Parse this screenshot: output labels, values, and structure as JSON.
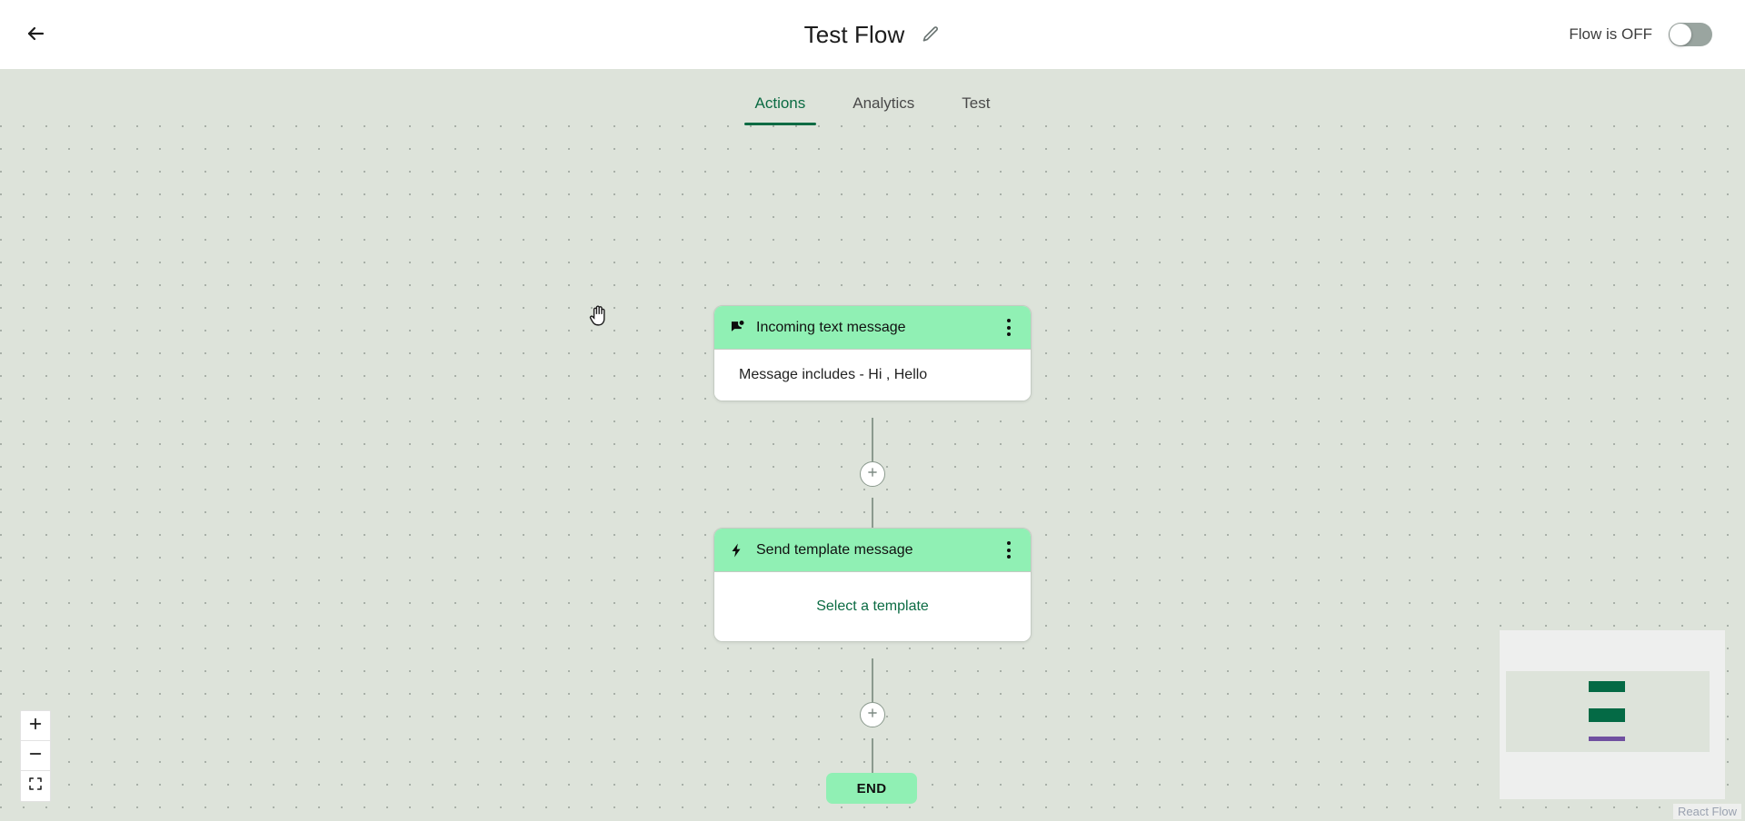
{
  "header": {
    "back_icon": "arrow-left-icon",
    "title": "Test Flow",
    "edit_icon": "pencil-icon",
    "status_label": "Flow is OFF",
    "toggle_state": "off"
  },
  "tabs": [
    {
      "label": "Actions",
      "active": true
    },
    {
      "label": "Analytics",
      "active": false
    },
    {
      "label": "Test",
      "active": false
    }
  ],
  "canvas": {
    "cursor": "grab-hand-cursor",
    "background_color": "#dde3da",
    "dot_color": "#a8b0a8"
  },
  "nodes": [
    {
      "id": "trigger",
      "icon": "chat-flag-icon",
      "title": "Incoming text message",
      "menu_icon": "kebab-menu-icon",
      "body_text": "Message includes - Hi , Hello",
      "body_align": "left",
      "body_is_link": false,
      "header_color": "#90f0b4"
    },
    {
      "id": "action",
      "icon": "lightning-bolt-icon",
      "title": "Send template message",
      "menu_icon": "kebab-menu-icon",
      "body_text": "Select a template",
      "body_align": "center",
      "body_is_link": true,
      "header_color": "#90f0b4"
    }
  ],
  "connectors": [
    {
      "id": "plus-1",
      "icon": "plus-icon"
    },
    {
      "id": "plus-2",
      "icon": "plus-icon"
    }
  ],
  "end_node": {
    "label": "END"
  },
  "zoom_controls": [
    {
      "name": "zoom-in",
      "icon": "plus-icon"
    },
    {
      "name": "zoom-out",
      "icon": "minus-icon"
    },
    {
      "name": "fit-view",
      "icon": "fit-view-icon"
    }
  ],
  "minimap": {
    "node_color": "#046a45",
    "accent_color": "#7050a0",
    "mask_color": "#dde3da"
  },
  "attribution": {
    "label": "React Flow"
  }
}
